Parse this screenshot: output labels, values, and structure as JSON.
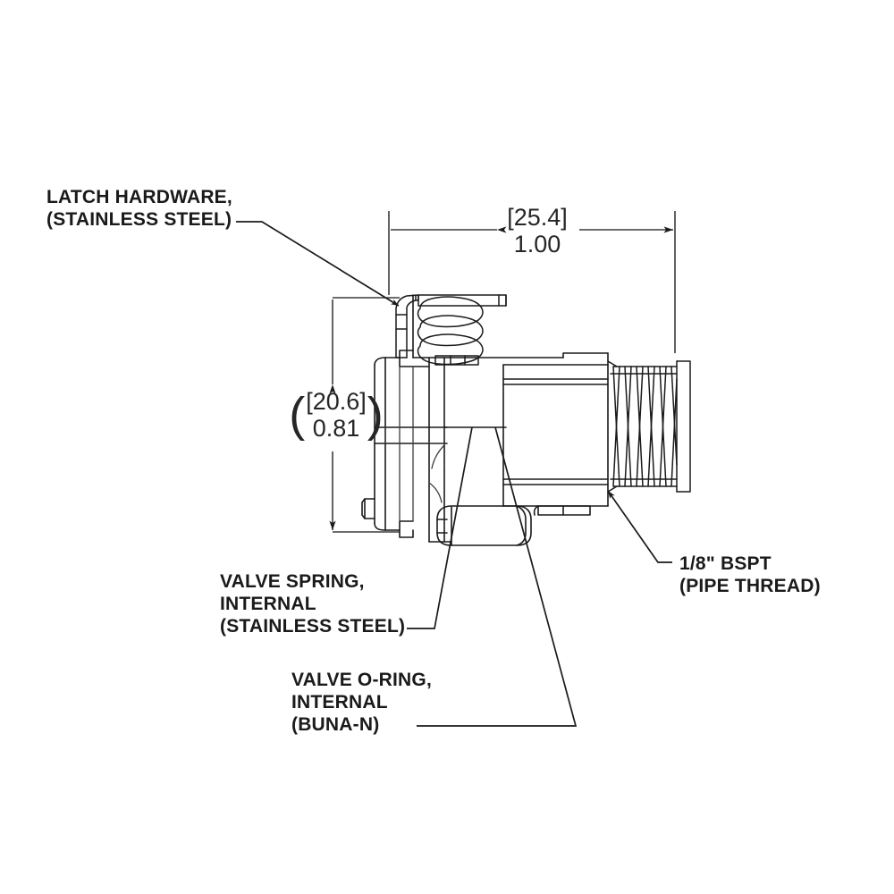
{
  "drawing": {
    "type": "engineering-technical-drawing",
    "subject": "quick-connect valve fitting, side section view",
    "units_note": "bracketed values are millimeters, plain values are inches"
  },
  "dimensions": {
    "horizontal": {
      "name": "overall-length",
      "mm": "25.4",
      "mm_bracketed": "[25.4]",
      "inch": "1.00",
      "orientation": "horizontal"
    },
    "vertical": {
      "name": "body-height",
      "mm": "20.6",
      "mm_bracketed": "[20.6]",
      "inch": "0.81",
      "orientation": "vertical",
      "reference": true
    }
  },
  "callouts": [
    {
      "id": "latch-hardware",
      "lines": [
        "LATCH HARDWARE,",
        "(STAINLESS STEEL)"
      ],
      "text": "LATCH HARDWARE,\n(STAINLESS STEEL)"
    },
    {
      "id": "valve-spring",
      "lines": [
        "VALVE SPRING,",
        "INTERNAL",
        "(STAINLESS STEEL)"
      ],
      "text": "VALVE SPRING,\nINTERNAL\n(STAINLESS STEEL)"
    },
    {
      "id": "valve-o-ring",
      "lines": [
        "VALVE O-RING,",
        "INTERNAL",
        "(BUNA-N)"
      ],
      "text": "VALVE O-RING,\nINTERNAL\n(BUNA-N)"
    },
    {
      "id": "pipe-thread",
      "lines": [
        "1/8\" BSPT",
        "(PIPE THREAD)"
      ],
      "text": "1/8\" BSPT\n(PIPE THREAD)"
    }
  ],
  "colors": {
    "line": "#1a1a1a",
    "thin_line": "#3c3c3c",
    "text": "#1a1a1a",
    "dim_text": "#262626",
    "background": "#ffffff"
  }
}
